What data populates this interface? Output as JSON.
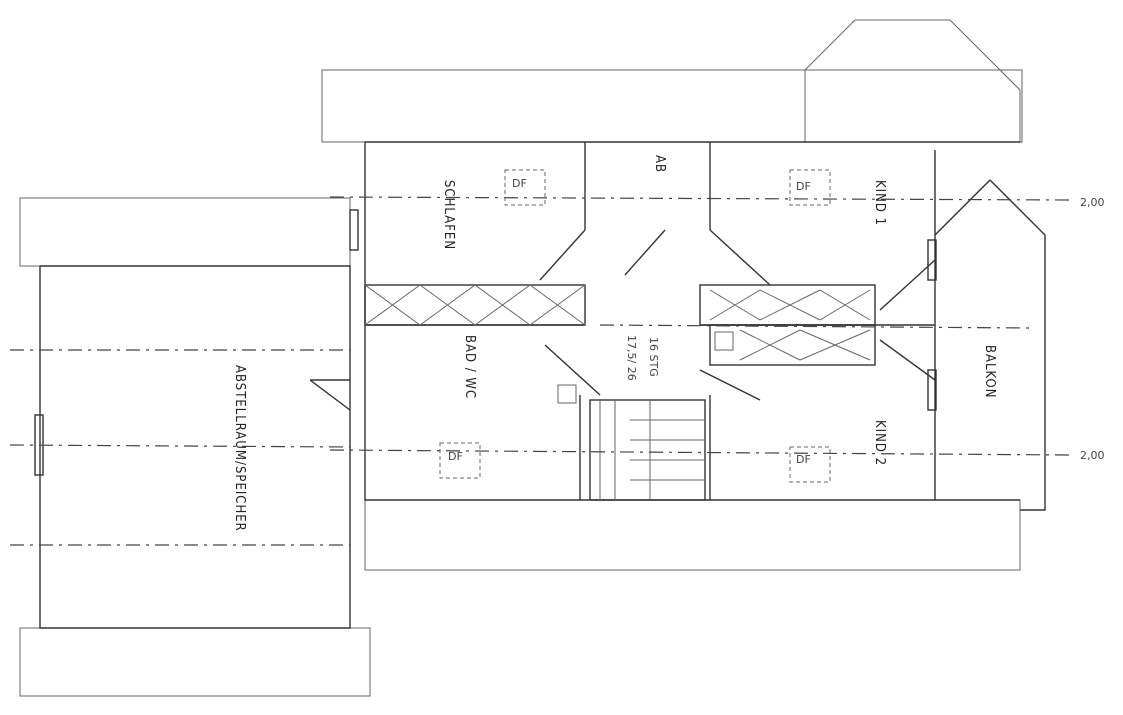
{
  "rooms": {
    "schlafen": "SCHLAFEN",
    "ab": "AB",
    "kind1": "KIND 1",
    "balkon": "BALKON",
    "bad": "BAD / WC",
    "kind2": "KIND 2",
    "abstell": "ABSTELLRAUM/SPEICHER"
  },
  "stair": {
    "steps": "16 STG",
    "ratio": "17,5/ 26"
  },
  "skylights": [
    "DF",
    "DF",
    "DF",
    "DF"
  ],
  "levels": [
    "2,00",
    "2,00"
  ]
}
